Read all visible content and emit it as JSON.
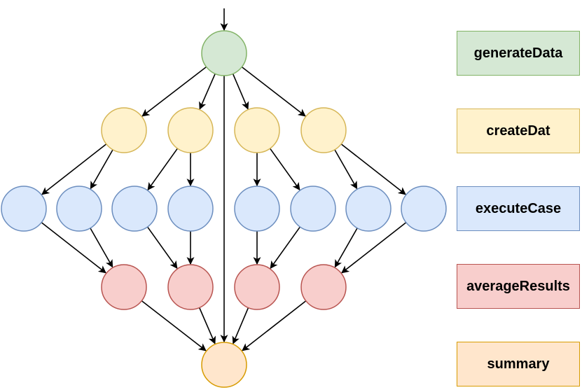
{
  "legend": [
    {
      "key": "generate",
      "label": "generateData",
      "fill": "#d5e8d4",
      "stroke": "#82b366"
    },
    {
      "key": "create",
      "label": "createDat",
      "fill": "#fff2cc",
      "stroke": "#d6b656"
    },
    {
      "key": "execute",
      "label": "executeCase",
      "fill": "#dae8fc",
      "stroke": "#6c8ebf"
    },
    {
      "key": "average",
      "label": "averageResults",
      "fill": "#f8cecc",
      "stroke": "#b85450"
    },
    {
      "key": "summary",
      "label": "summary",
      "fill": "#ffe6cc",
      "stroke": "#d79b00"
    }
  ],
  "graph": {
    "nodes": [
      {
        "id": "gen",
        "kind": "generate"
      },
      {
        "id": "c1",
        "kind": "create"
      },
      {
        "id": "c2",
        "kind": "create"
      },
      {
        "id": "c3",
        "kind": "create"
      },
      {
        "id": "c4",
        "kind": "create"
      },
      {
        "id": "e1",
        "kind": "execute"
      },
      {
        "id": "e2",
        "kind": "execute"
      },
      {
        "id": "e3",
        "kind": "execute"
      },
      {
        "id": "e4",
        "kind": "execute"
      },
      {
        "id": "e5",
        "kind": "execute"
      },
      {
        "id": "e6",
        "kind": "execute"
      },
      {
        "id": "e7",
        "kind": "execute"
      },
      {
        "id": "e8",
        "kind": "execute"
      },
      {
        "id": "a1",
        "kind": "average"
      },
      {
        "id": "a2",
        "kind": "average"
      },
      {
        "id": "a3",
        "kind": "average"
      },
      {
        "id": "a4",
        "kind": "average"
      },
      {
        "id": "sum",
        "kind": "summary"
      }
    ],
    "edges": [
      [
        "entry",
        "gen"
      ],
      [
        "gen",
        "c1"
      ],
      [
        "gen",
        "c2"
      ],
      [
        "gen",
        "c3"
      ],
      [
        "gen",
        "c4"
      ],
      [
        "gen",
        "sum"
      ],
      [
        "c1",
        "e1"
      ],
      [
        "c1",
        "e2"
      ],
      [
        "c2",
        "e3"
      ],
      [
        "c2",
        "e4"
      ],
      [
        "c3",
        "e5"
      ],
      [
        "c3",
        "e6"
      ],
      [
        "c4",
        "e7"
      ],
      [
        "c4",
        "e8"
      ],
      [
        "e1",
        "a1"
      ],
      [
        "e2",
        "a1"
      ],
      [
        "e3",
        "a2"
      ],
      [
        "e4",
        "a2"
      ],
      [
        "e5",
        "a3"
      ],
      [
        "e6",
        "a3"
      ],
      [
        "e7",
        "a4"
      ],
      [
        "e8",
        "a4"
      ],
      [
        "a1",
        "sum"
      ],
      [
        "a2",
        "sum"
      ],
      [
        "a3",
        "sum"
      ],
      [
        "a4",
        "sum"
      ]
    ]
  }
}
